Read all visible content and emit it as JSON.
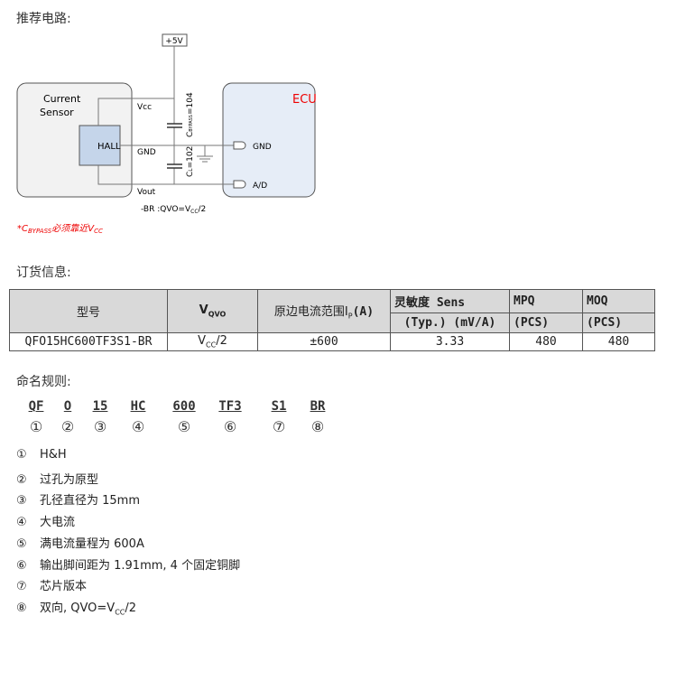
{
  "sections": {
    "circuit": "推荐电路:",
    "order": "订货信息:",
    "naming": "命名规则:"
  },
  "circuit": {
    "supply": "+5V",
    "sensor_label_1": "Current",
    "sensor_label_2": "Sensor",
    "hall": "HALL",
    "ecu": "ECU",
    "vcc": "Vcc",
    "gnd": "GND",
    "vout": "Vout",
    "ecu_gnd": "GND",
    "ecu_ad": "A/D",
    "cap_bypass": "C",
    "cap_bypass_sub": "BYPASS",
    "cap_bypass_val": "=104",
    "cap_l": "C",
    "cap_l_sub": "L",
    "cap_l_val": "=102",
    "qvo_note": "-BR :QVO=V",
    "qvo_sub": "CC",
    "qvo_tail": "/2",
    "note_prefix": "*C",
    "note_sub": "BYPASS",
    "note_text": "必须靠近V",
    "note_sub2": "CC"
  },
  "table": {
    "headers": {
      "model": "型号",
      "vqvo": "V",
      "vqvo_sub": "QVO",
      "range": "原边电流范围I",
      "range_sub": "P",
      "range_tail": "(A)",
      "sens1": "灵敏度 Sens",
      "sens2": "(Typ.) (mV/A)",
      "mpq": "MPQ",
      "mpq_unit": "(PCS)",
      "moq": "MOQ",
      "moq_unit": "(PCS)"
    },
    "row": {
      "model": "QFO15HC600TF3S1-BR",
      "vqvo": "V",
      "vqvo_sub": "CC",
      "vqvo_tail": "/2",
      "range": "±600",
      "sens": "3.33",
      "mpq": "480",
      "moq": "480"
    }
  },
  "codes": [
    {
      "c": "QF",
      "n": "①"
    },
    {
      "c": "O",
      "n": "②"
    },
    {
      "c": "15",
      "n": "③"
    },
    {
      "c": "HC",
      "n": "④"
    },
    {
      "c": "600",
      "n": "⑤"
    },
    {
      "c": "TF3",
      "n": "⑥"
    },
    {
      "c": "S1",
      "n": "⑦"
    },
    {
      "c": "BR",
      "n": "⑧"
    }
  ],
  "rules": [
    {
      "n": "①",
      "t": "H&H"
    },
    {
      "n": "②",
      "t": "过孔为原型"
    },
    {
      "n": "③",
      "t": "孔径直径为 15mm"
    },
    {
      "n": "④",
      "t": "大电流"
    },
    {
      "n": "⑤",
      "t": "满电流量程为 600A"
    },
    {
      "n": "⑥",
      "t": "输出脚间距为 1.91mm, 4 个固定铜脚"
    },
    {
      "n": "⑦",
      "t": "芯片版本"
    },
    {
      "n": "⑧",
      "t": "双向, QVO=V",
      "sub": "CC",
      "tail": "/2"
    }
  ]
}
